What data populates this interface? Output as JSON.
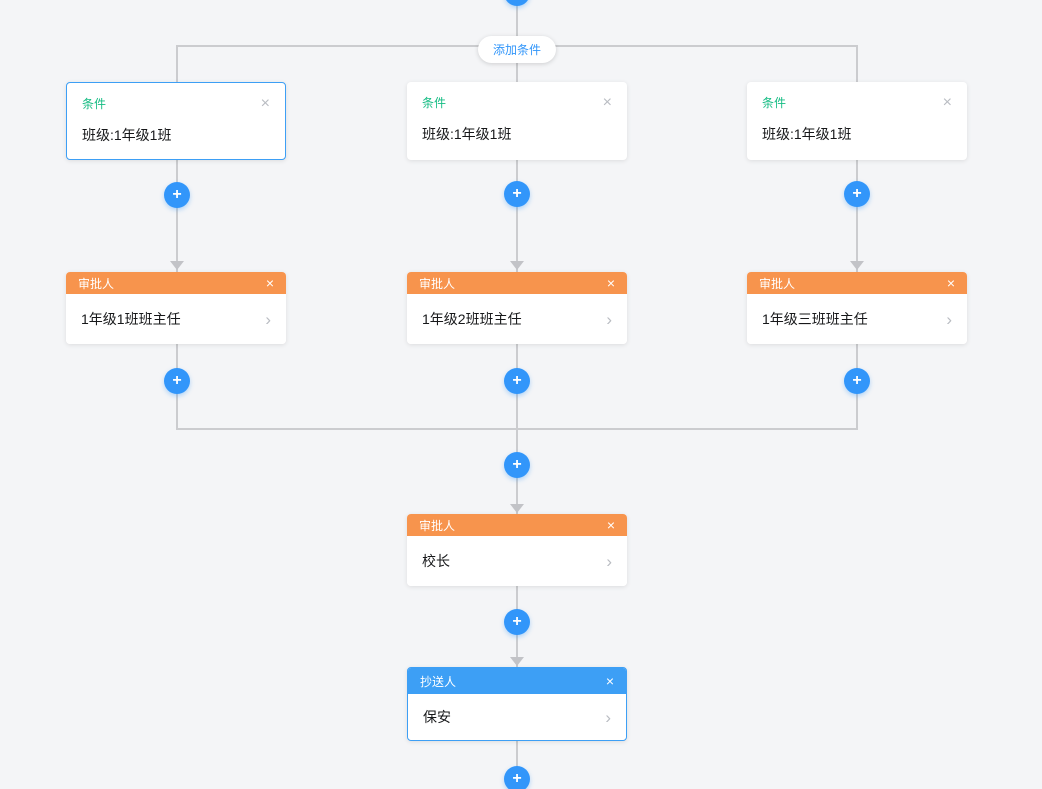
{
  "flow": {
    "add_condition_label": "添加条件",
    "branches": [
      {
        "condition": {
          "title": "条件",
          "value": "班级:1年级1班",
          "selected": true
        },
        "approver": {
          "title": "审批人",
          "value": "1年级1班班主任"
        }
      },
      {
        "condition": {
          "title": "条件",
          "value": "班级:1年级1班",
          "selected": false
        },
        "approver": {
          "title": "审批人",
          "value": "1年级2班班主任"
        }
      },
      {
        "condition": {
          "title": "条件",
          "value": "班级:1年级1班",
          "selected": false
        },
        "approver": {
          "title": "审批人",
          "value": "1年级三班班主任"
        }
      }
    ],
    "final_approver": {
      "title": "审批人",
      "value": "校长"
    },
    "cc": {
      "title": "抄送人",
      "value": "保安",
      "selected": true
    }
  },
  "icons": {
    "plus": "+",
    "close": "×",
    "chevron": "›"
  },
  "colors": {
    "background": "#f4f5f7",
    "condition_title": "#15bc83",
    "approver_header": "#f7944d",
    "cc_header": "#3d9ff5",
    "selected_border": "#3d9ff5",
    "plus_button": "#3296fa",
    "add_condition_text": "#3296fa",
    "connector": "#cbcccf"
  }
}
